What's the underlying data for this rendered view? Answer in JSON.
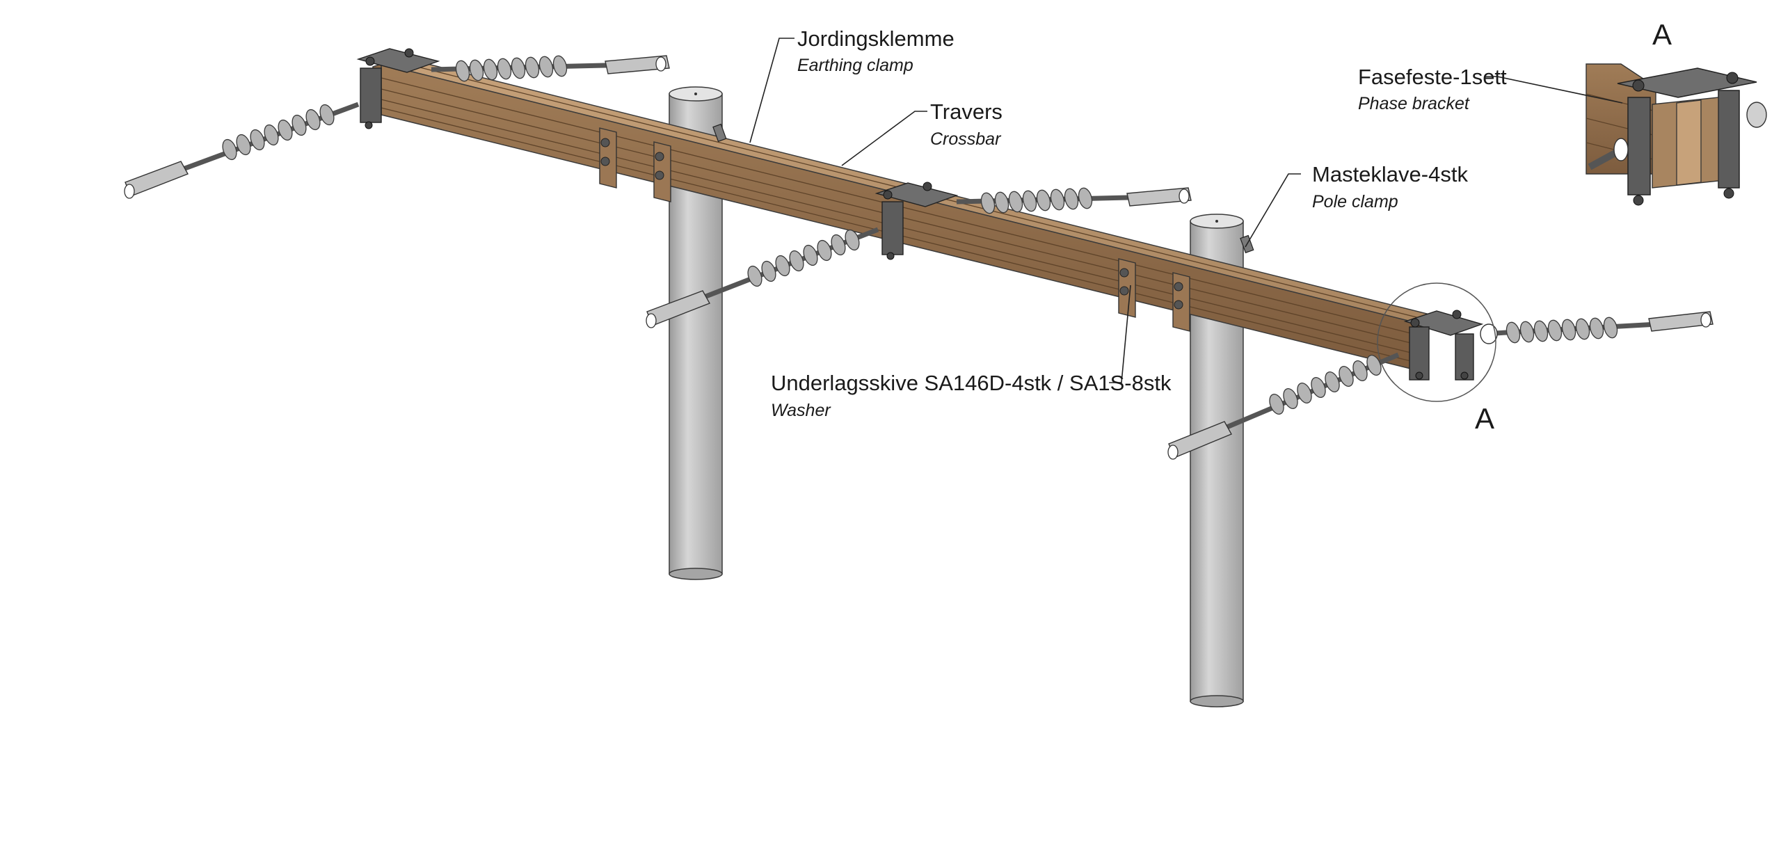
{
  "colors": {
    "wood_top": "#b89570",
    "wood_front": "#9e7a55",
    "wood_dark": "#7a5a3c",
    "pole": "#bdbdbd",
    "metal": "#6e6e6e",
    "insulator": "#a8a8a8"
  },
  "labels": {
    "earthing_clamp": {
      "title": "Jordingsklemme",
      "subtitle": "Earthing clamp"
    },
    "crossbar": {
      "title": "Travers",
      "subtitle": "Crossbar"
    },
    "pole_clamp": {
      "title": "Masteklave-4stk",
      "subtitle": "Pole clamp"
    },
    "washer": {
      "title": "Underlagsskive SA146D-4stk / SA1S-8stk",
      "subtitle": "Washer"
    },
    "phase_bracket": {
      "title": "Fasefeste-1sett",
      "subtitle": "Phase bracket"
    }
  },
  "detail": {
    "marker": "A",
    "inset_title": "A"
  }
}
